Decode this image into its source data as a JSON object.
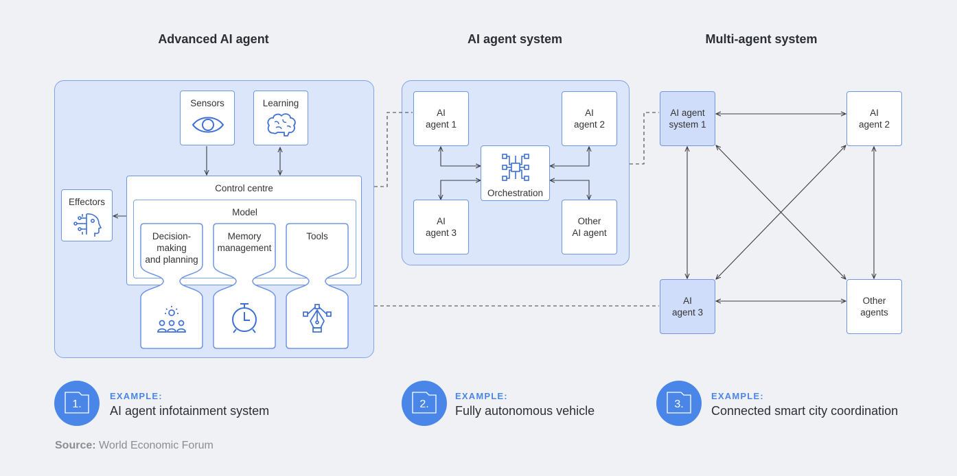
{
  "headings": {
    "advanced": "Advanced AI agent",
    "system": "AI agent system",
    "multi": "Multi-agent system"
  },
  "advanced": {
    "sensors": "Sensors",
    "learning": "Learning",
    "control_centre": "Control centre",
    "model": "Model",
    "effectors": "Effectors",
    "decision": "Decision-\nmaking\nand planning",
    "memory": "Memory\nmanagement",
    "tools": "Tools"
  },
  "system": {
    "agent1": "AI\nagent 1",
    "agent2": "AI\nagent 2",
    "agent3": "AI\nagent 3",
    "other": "Other\nAI agent",
    "orchestration": "Orchestration"
  },
  "multi": {
    "system1": "AI agent\nsystem 1",
    "agent2": "AI\nagent 2",
    "agent3": "AI\nagent 3",
    "other": "Other\nagents"
  },
  "examples": [
    {
      "number": "1.",
      "kicker": "EXAMPLE:",
      "text": "AI agent infotainment system"
    },
    {
      "number": "2.",
      "kicker": "EXAMPLE:",
      "text": "Fully autonomous vehicle"
    },
    {
      "number": "3.",
      "kicker": "EXAMPLE:",
      "text": "Connected smart city coordination"
    }
  ],
  "source": {
    "label": "Source:",
    "text": " World Economic Forum"
  },
  "colors": {
    "accent": "#4a86e8",
    "panel": "#dbe6fb",
    "border": "#6f96e4",
    "background": "#eff1f5"
  }
}
